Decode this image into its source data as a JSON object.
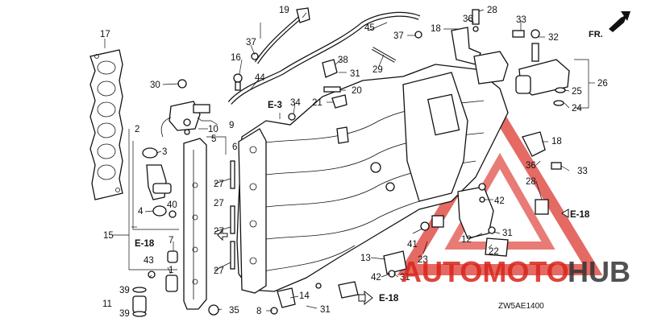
{
  "diagram": {
    "code": "ZW5AE1400",
    "front_label": "FR.",
    "watermark": {
      "left": "AUTOMOTO",
      "right": "HUB",
      "left_color": "#d9241b",
      "right_color": "#333333"
    },
    "references": [
      {
        "id": "e3",
        "text": "E-3"
      },
      {
        "id": "e18a",
        "text": "E-18"
      },
      {
        "id": "e18b",
        "text": "E-18"
      },
      {
        "id": "e18c",
        "text": "E-18"
      }
    ],
    "callouts": [
      "1",
      "2",
      "3",
      "4",
      "5",
      "6",
      "7",
      "8",
      "9",
      "10",
      "11",
      "12",
      "13",
      "14",
      "15",
      "16",
      "17",
      "18",
      "18",
      "19",
      "20",
      "21",
      "22",
      "23",
      "24",
      "25",
      "26",
      "27",
      "27",
      "27",
      "27",
      "28",
      "28",
      "29",
      "30",
      "31",
      "31",
      "31",
      "31",
      "32",
      "33",
      "33",
      "34",
      "35",
      "36",
      "36",
      "37",
      "37",
      "38",
      "39",
      "39",
      "40",
      "41",
      "42",
      "42",
      "43",
      "44",
      "45"
    ]
  }
}
